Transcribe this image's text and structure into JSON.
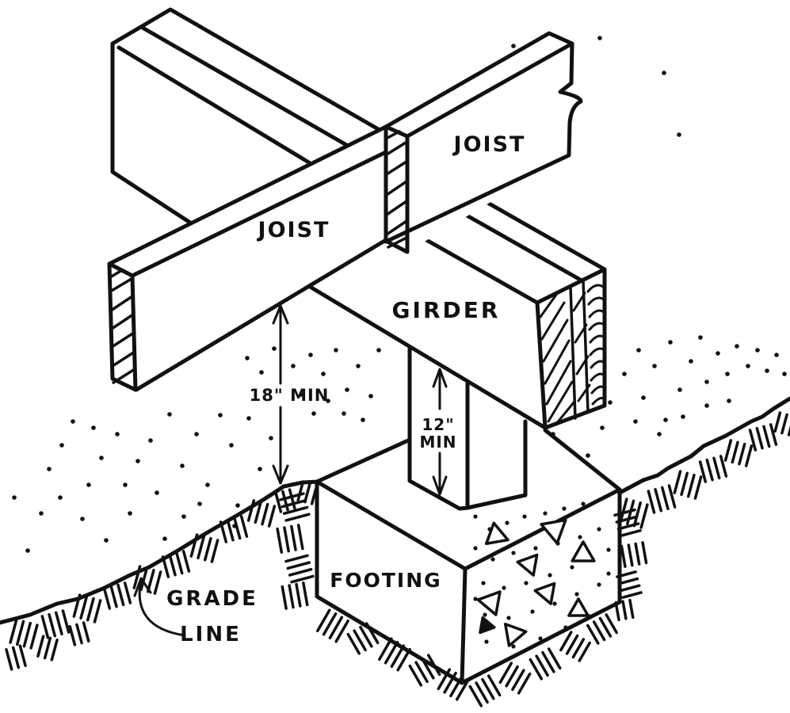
{
  "figure": {
    "type": "construction-detail-diagram",
    "labels": {
      "joist_left": "JOIST",
      "joist_right": "JOIST",
      "girder": "GIRDER",
      "footing": "FOOTING",
      "grade_word1": "GRADE",
      "grade_word2": "LINE"
    },
    "dimensions": {
      "ground_to_joist": "18\" MIN",
      "girder_value": "12\"",
      "girder_unit": "MIN"
    },
    "colors": {
      "ink": "#111111",
      "paper": "#ffffff"
    }
  }
}
